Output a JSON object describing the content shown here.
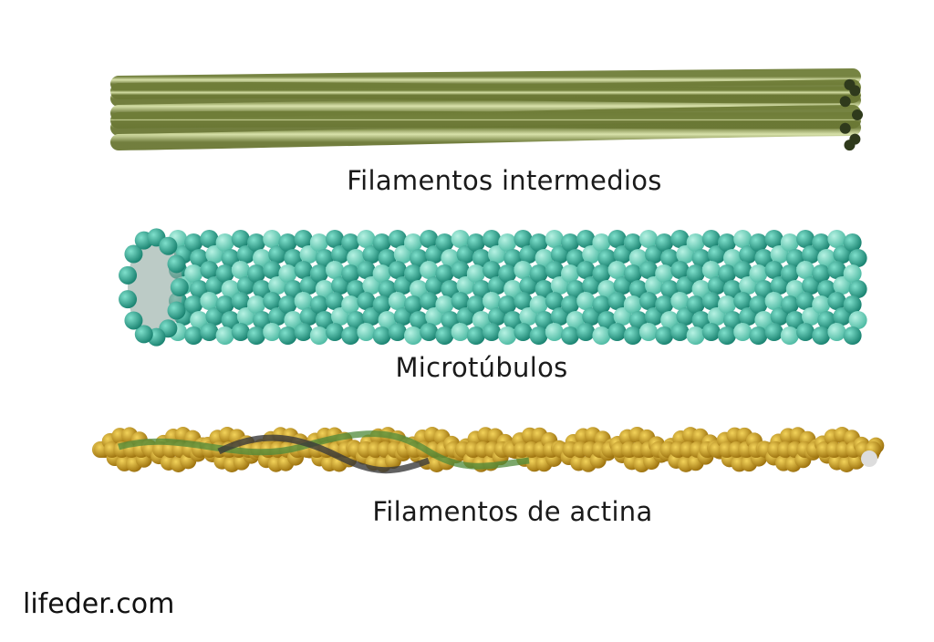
{
  "labels": {
    "intermediate": "Filamentos intermedios",
    "microtubules": "Microtúbulos",
    "actin": "Filamentos de actina"
  },
  "brand": "lifeder.com",
  "colors": {
    "intermediate": "#9aaa5c",
    "microtubule_dark": "#2a9a86",
    "microtubule_light": "#6fd6bf",
    "actin": "#c99a1a",
    "actin_strand_dark": "#3a3a3a",
    "actin_strand_green": "#4f8a3a"
  }
}
